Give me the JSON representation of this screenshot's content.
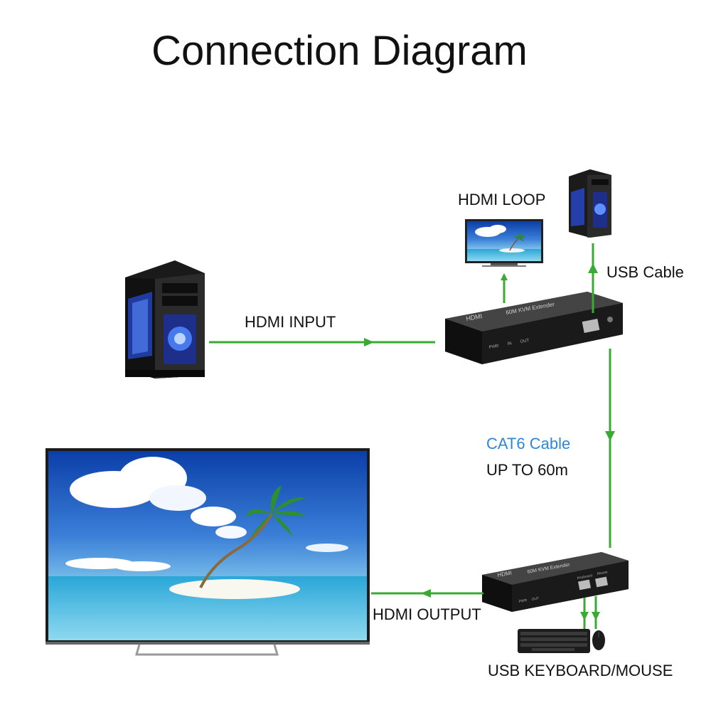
{
  "title": "Connection Diagram",
  "labels": {
    "hdmi_loop": "HDMI LOOP",
    "usb_cable": "USB Cable",
    "hdmi_input": "HDMI INPUT",
    "cat6_cable": "CAT6 Cable",
    "distance": "UP TO 60m",
    "hdmi_output": "HDMI OUTPUT",
    "usb_keyboard_mouse": "USB KEYBOARD/MOUSE"
  },
  "device": {
    "brand": "HDMI",
    "model": "60M KVM Extender",
    "port_pwr": "PWR",
    "port_in": "IN",
    "port_out": "OUT",
    "port_keyboard": "Keyboard",
    "port_mouse": "Mouse"
  },
  "colors": {
    "arrow": "#3aaa35",
    "cat6_label": "#2f86d6",
    "text": "#111111",
    "device_body": "#1c1c1c",
    "pc_glow": "#3b6cff"
  },
  "icons": [
    "pc-tower-icon",
    "monitor-icon",
    "tv-icon",
    "keyboard-icon",
    "mouse-icon",
    "kvm-extender-icon"
  ]
}
